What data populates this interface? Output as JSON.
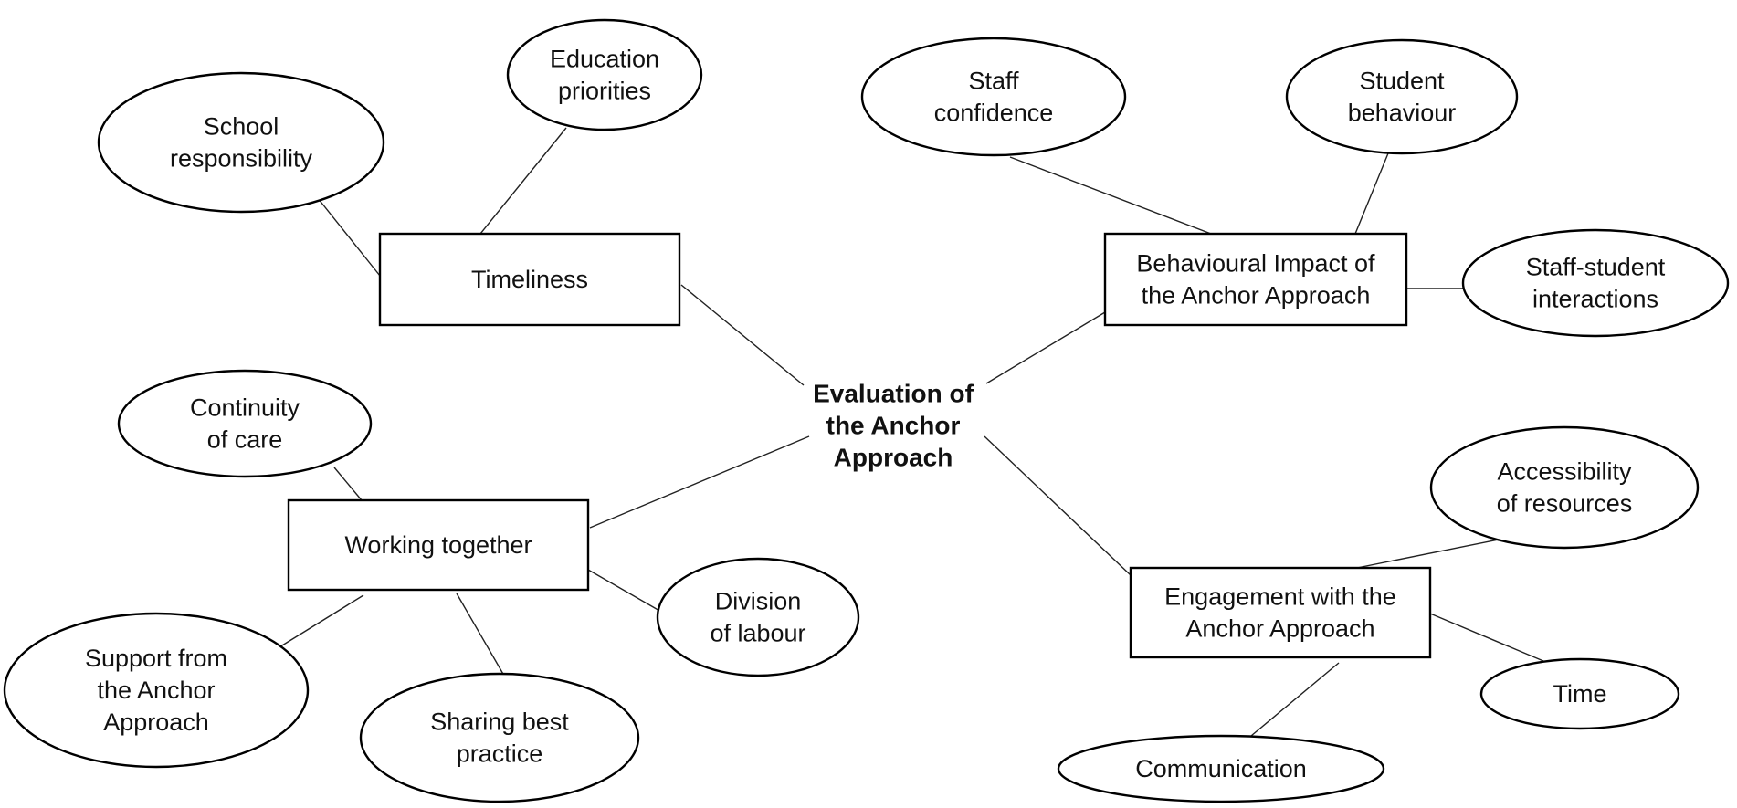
{
  "diagram": {
    "center": {
      "lines": [
        "Evaluation of",
        "the Anchor",
        "Approach"
      ]
    },
    "themes": [
      {
        "id": "timeliness",
        "lines": [
          "Timeliness"
        ],
        "subthemes": [
          {
            "id": "school-responsibility",
            "lines": [
              "School",
              "responsibility"
            ]
          },
          {
            "id": "education-priorities",
            "lines": [
              "Education",
              "priorities"
            ]
          }
        ]
      },
      {
        "id": "behavioural-impact",
        "lines": [
          "Behavioural Impact of",
          "the Anchor Approach"
        ],
        "subthemes": [
          {
            "id": "staff-confidence",
            "lines": [
              "Staff",
              "confidence"
            ]
          },
          {
            "id": "student-behaviour",
            "lines": [
              "Student",
              "behaviour"
            ]
          },
          {
            "id": "staff-student-interactions",
            "lines": [
              "Staff-student",
              "interactions"
            ]
          }
        ]
      },
      {
        "id": "working-together",
        "lines": [
          "Working together"
        ],
        "subthemes": [
          {
            "id": "continuity-of-care",
            "lines": [
              "Continuity",
              "of care"
            ]
          },
          {
            "id": "division-of-labour",
            "lines": [
              "Division",
              "of labour"
            ]
          },
          {
            "id": "support-from-anchor",
            "lines": [
              "Support from",
              "the Anchor",
              "Approach"
            ]
          },
          {
            "id": "sharing-best-practice",
            "lines": [
              "Sharing best",
              "practice"
            ]
          }
        ]
      },
      {
        "id": "engagement",
        "lines": [
          "Engagement with the",
          "Anchor Approach"
        ],
        "subthemes": [
          {
            "id": "accessibility-of-resources",
            "lines": [
              "Accessibility",
              "of resources"
            ]
          },
          {
            "id": "time",
            "lines": [
              "Time"
            ]
          },
          {
            "id": "communication",
            "lines": [
              "Communication"
            ]
          }
        ]
      }
    ]
  }
}
